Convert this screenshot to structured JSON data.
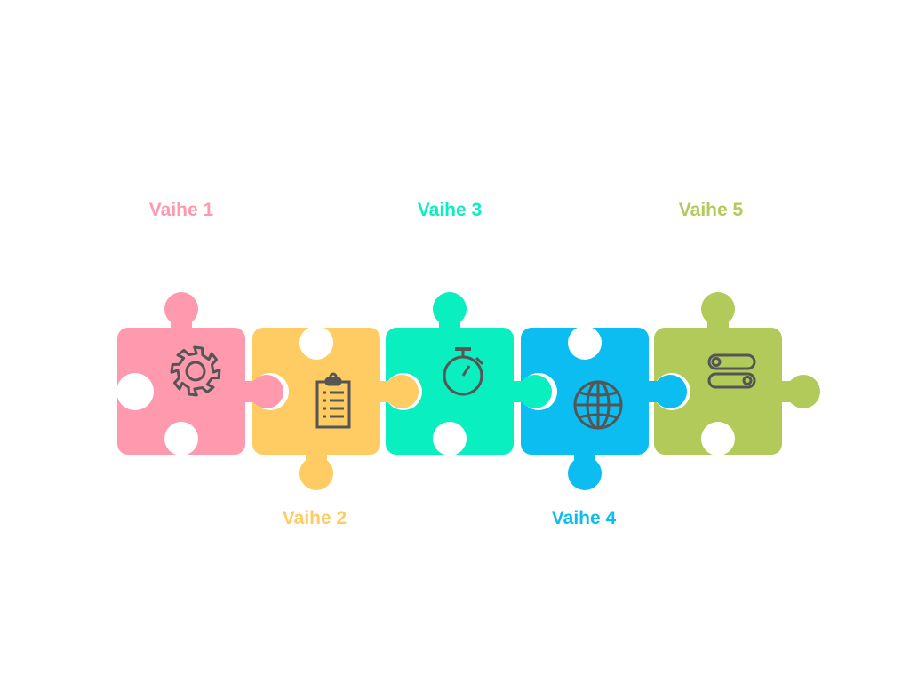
{
  "steps": [
    {
      "label": "Vaihe 1",
      "color": "#FF9AAE",
      "icon": "gear-icon"
    },
    {
      "label": "Vaihe 2",
      "color": "#FFCC63",
      "icon": "clipboard-icon"
    },
    {
      "label": "Vaihe 3",
      "color": "#0AEFC0",
      "icon": "stopwatch-icon"
    },
    {
      "label": "Vaihe 4",
      "color": "#0BBDF0",
      "icon": "globe-icon"
    },
    {
      "label": "Vaihe 5",
      "color": "#B1CA5A",
      "icon": "toggle-switches-icon"
    }
  ],
  "icon_color": "#555555"
}
